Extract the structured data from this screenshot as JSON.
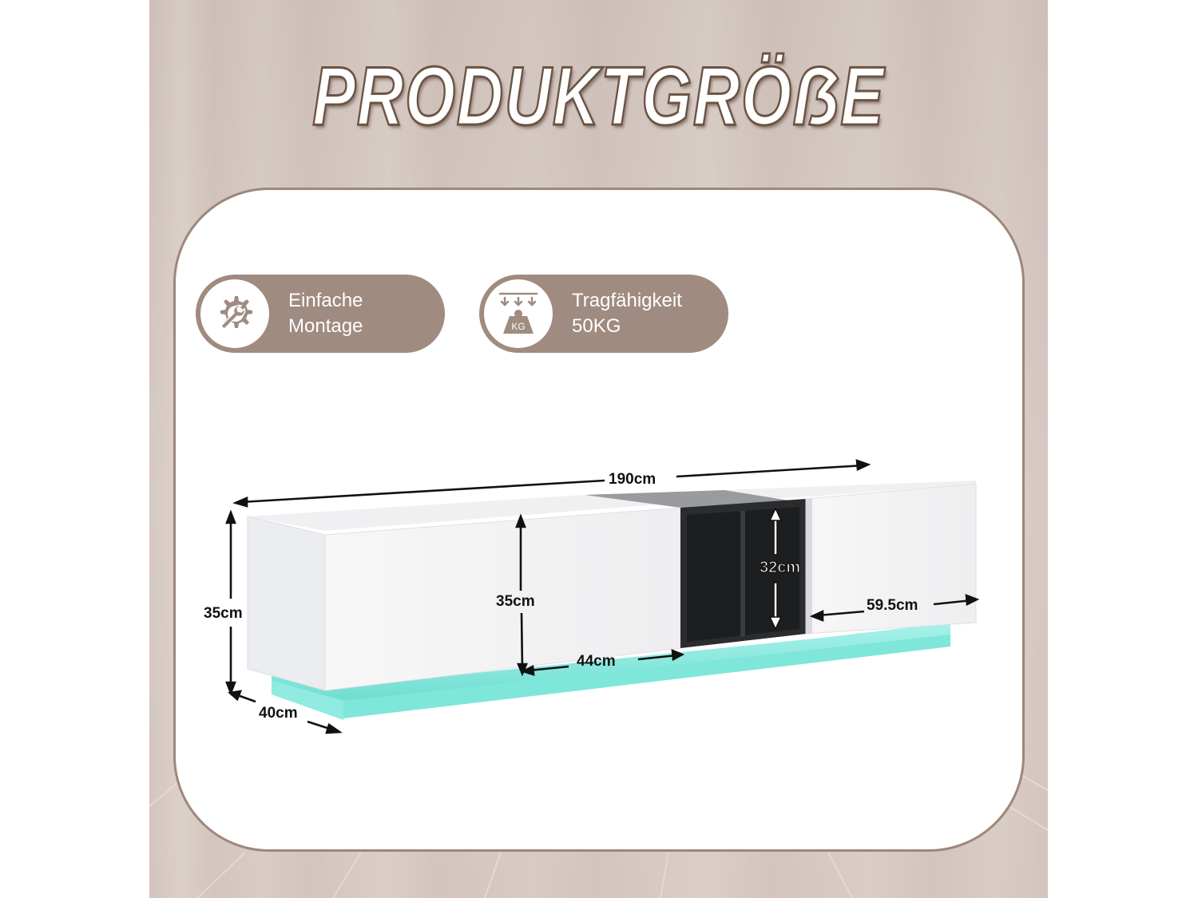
{
  "title": "PRODUKTGRÖẞE",
  "features": [
    {
      "icon": "gear-wrench-icon",
      "line1": "Einfache",
      "line2": "Montage"
    },
    {
      "icon": "weight-kg-icon",
      "line1": "Tragfähigkeit",
      "line2": "50KG",
      "icon_text": "KG"
    }
  ],
  "dimensions": {
    "total_width": "190cm",
    "height_outer": "35cm",
    "depth": "40cm",
    "height_front": "35cm",
    "door_width": "44cm",
    "compartment_height": "32cm",
    "right_section_width": "59.5cm"
  },
  "colors": {
    "accent_brown": "#a08b80",
    "card_border": "#9d877b",
    "led_glow": "#7fe8dc",
    "cabinet_white": "#f3f3f5",
    "compartment_dark": "#2b2c2e"
  }
}
